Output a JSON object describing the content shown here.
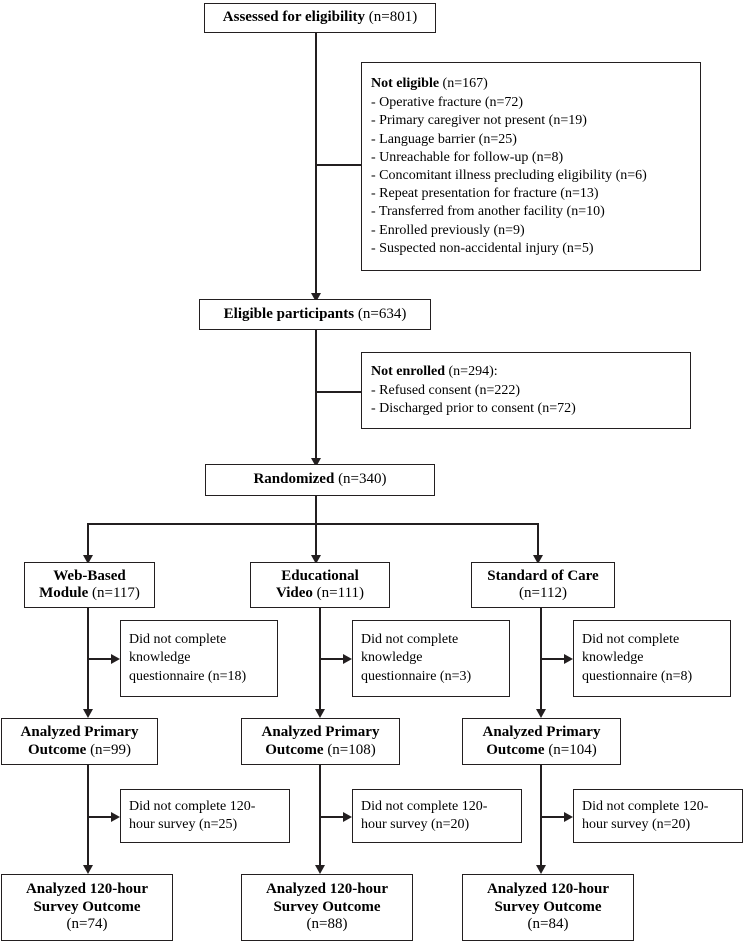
{
  "diagram": {
    "title": "CONSORT participant flow diagram",
    "type": "flowchart",
    "line_color": "#231f20",
    "background": "#ffffff"
  },
  "nodes": {
    "assessed": {
      "label_bold": "Assessed for eligibility",
      "count": "(n=801)"
    },
    "not_eligible": {
      "header_bold": "Not eligible",
      "header_count": "(n=167)",
      "items": [
        "- Operative fracture (n=72)",
        "- Primary caregiver not present (n=19)",
        "- Language barrier (n=25)",
        "- Unreachable for follow-up (n=8)",
        "- Concomitant illness precluding eligibility (n=6)",
        "- Repeat presentation for fracture (n=13)",
        "- Transferred from another facility (n=10)",
        "- Enrolled previously (n=9)",
        "- Suspected non-accidental injury (n=5)"
      ]
    },
    "eligible": {
      "label_bold": "Eligible participants",
      "count": "(n=634)"
    },
    "not_enrolled": {
      "header_bold": "Not enrolled",
      "header_count": "(n=294):",
      "items": [
        "- Refused consent (n=222)",
        "- Discharged prior to consent (n=72)"
      ]
    },
    "randomized": {
      "label_bold": "Randomized",
      "count": "(n=340)"
    }
  },
  "arms": [
    {
      "id": "web-based-module",
      "allocation": {
        "line1_bold": "Web-Based",
        "line2_bold": "Module",
        "count": "(n=117)"
      },
      "dropout_knowledge": {
        "line1": "Did not complete",
        "line2": "knowledge",
        "line3": "questionnaire (n=18)"
      },
      "primary_outcome": {
        "line1_bold": "Analyzed Primary",
        "line2_bold": "Outcome",
        "count": "(n=99)"
      },
      "dropout_survey": {
        "line1": "Did not complete 120-",
        "line2": "hour survey (n=25)"
      },
      "survey_outcome": {
        "line1_bold": "Analyzed 120-hour",
        "line2_bold": "Survey Outcome",
        "count": "(n=74)"
      }
    },
    {
      "id": "educational-video",
      "allocation": {
        "line1_bold": "Educational",
        "line2_bold": "Video",
        "count": "(n=111)"
      },
      "dropout_knowledge": {
        "line1": "Did not complete",
        "line2": "knowledge",
        "line3": "questionnaire (n=3)"
      },
      "primary_outcome": {
        "line1_bold": "Analyzed Primary",
        "line2_bold": "Outcome",
        "count": "(n=108)"
      },
      "dropout_survey": {
        "line1": "Did not complete 120-",
        "line2": "hour survey (n=20)"
      },
      "survey_outcome": {
        "line1_bold": "Analyzed 120-hour",
        "line2_bold": "Survey Outcome",
        "count": "(n=88)"
      }
    },
    {
      "id": "standard-of-care",
      "allocation": {
        "line1_bold": "Standard of Care",
        "line2_bold": "",
        "count": "(n=112)"
      },
      "dropout_knowledge": {
        "line1": "Did not complete",
        "line2": "knowledge",
        "line3": "questionnaire (n=8)"
      },
      "primary_outcome": {
        "line1_bold": "Analyzed Primary",
        "line2_bold": "Outcome",
        "count": "(n=104)"
      },
      "dropout_survey": {
        "line1": "Did not complete 120-",
        "line2": "hour survey (n=20)"
      },
      "survey_outcome": {
        "line1_bold": "Analyzed 120-hour",
        "line2_bold": "Survey Outcome",
        "count": "(n=84)"
      }
    }
  ]
}
